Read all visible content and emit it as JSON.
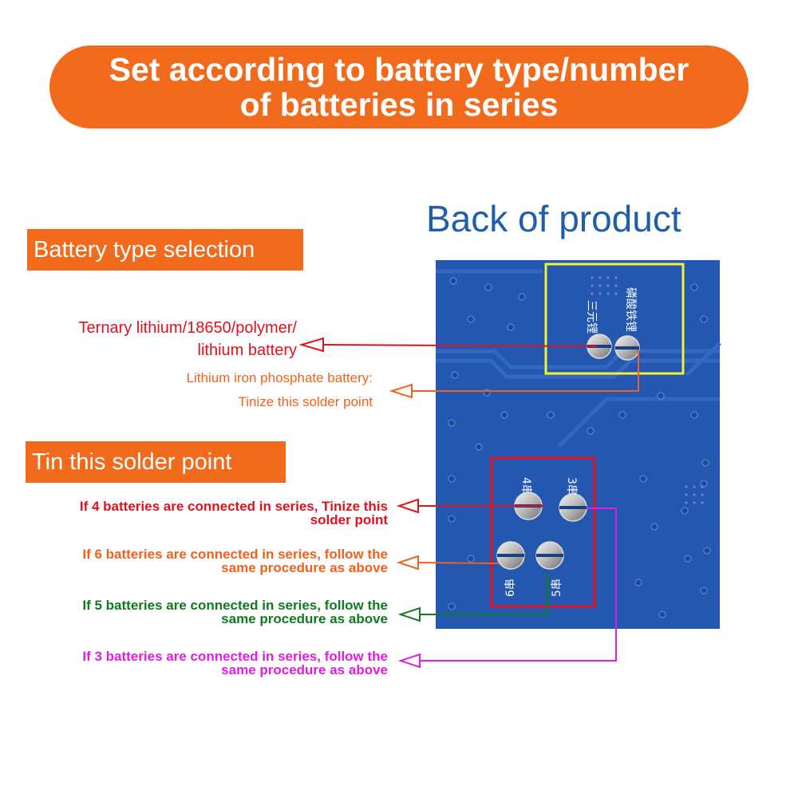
{
  "banner": {
    "line1": "Set according to battery type/number",
    "line2": "of batteries in series"
  },
  "back_title": "Back of product",
  "battery_type": {
    "heading": "Battery type selection",
    "ternary_line1": "Ternary lithium/18650/polymer/",
    "ternary_line2": "lithium battery",
    "lfp_line1": "Lithium iron phosphate battery:",
    "lfp_line2": "Tinize this solder point"
  },
  "series": {
    "heading": "Tin this solder point",
    "s4_line1": "If 4 batteries are connected in series, Tinize this",
    "s4_line2": "solder point",
    "s6_line1": "If 6 batteries are connected in series, follow the",
    "s6_line2": "same procedure as above",
    "s5_line1": "If 5 batteries are connected in series, follow the",
    "s5_line2": "same procedure as above",
    "s3_line1": "If 3 batteries are connected in series, follow the",
    "s3_line2": "same procedure as above"
  },
  "board_marks": {
    "ternary": "三元锂",
    "lfp": "磷酸铁锂",
    "s4": "4串",
    "s3": "3串",
    "s6": "6串",
    "s5": "5串"
  },
  "colors": {
    "accent_orange": "#f26a1c",
    "title_blue": "#1f5ea8",
    "board_blue": "#2458b0",
    "red": "#e2101d",
    "orange": "#f0621c",
    "green": "#0e7a22",
    "magenta": "#e01ee0",
    "yellow_box": "#f2f23a"
  }
}
